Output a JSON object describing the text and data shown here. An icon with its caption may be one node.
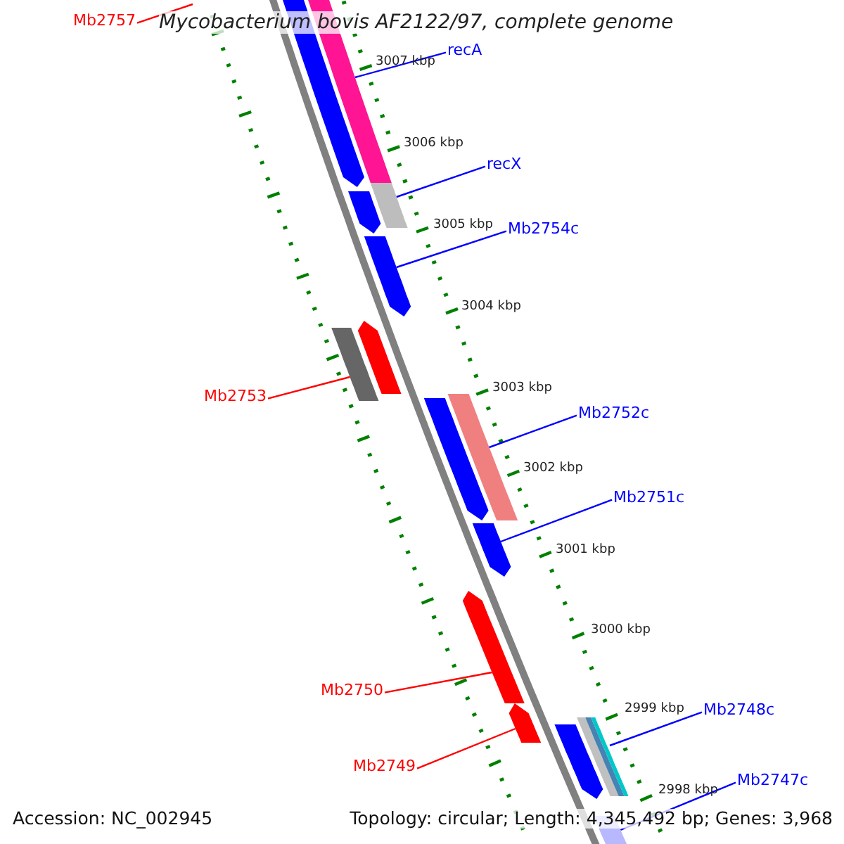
{
  "diagram": {
    "title": "Mycobacterium bovis AF2122/97, complete genome",
    "nodes": [
      {
        "text": [
          "Mb2757"
        ]
      },
      {
        "text": [
          "recA"
        ]
      },
      {
        "text": [
          "recX"
        ]
      },
      {
        "text": [
          "Mb2754c"
        ]
      },
      {
        "text": [
          "Mb2753"
        ]
      },
      {
        "text": [
          "Mb2752c"
        ]
      },
      {
        "text": [
          "Mb2751c"
        ]
      },
      {
        "text": [
          "Mb2750"
        ]
      },
      {
        "text": [
          "Mb2748c"
        ]
      },
      {
        "text": [
          "Mb2749"
        ]
      },
      {
        "text": [
          "Mb2747c"
        ]
      },
      {
        "text": [],
        "shape": "bar"
      },
      {
        "text": [],
        "shape": "bar"
      },
      {
        "text": [],
        "shape": "bar"
      },
      {
        "text": [],
        "shape": "bar"
      },
      {
        "text": [],
        "shape": "bar"
      },
      {
        "text": [],
        "shape": "bar"
      },
      {
        "text": [],
        "shape": "bar"
      },
      {
        "text": [],
        "shape": "bar"
      },
      {
        "text": [],
        "shape": "bar"
      },
      {
        "text": [],
        "shape": "bar"
      },
      {
        "text": [],
        "shape": "bar"
      },
      {
        "text": [],
        "shape": "bar"
      },
      {
        "text": [],
        "shape": "bar"
      },
      {
        "text": [],
        "shape": "bar"
      },
      {
        "text": [],
        "shape": "bar"
      }
    ],
    "edges": [
      {
        "from": 0,
        "to": null,
        "arrow": "none",
        "color": "#ff0000"
      },
      {
        "from": 1,
        "to": 11,
        "arrow": "none"
      },
      {
        "from": 2,
        "to": 12,
        "arrow": "none"
      },
      {
        "from": 3,
        "to": 13,
        "arrow": "none"
      },
      {
        "from": 4,
        "to": 14,
        "arrow": "none",
        "color": "#ff0000"
      },
      {
        "from": 5,
        "to": 15,
        "arrow": "none"
      },
      {
        "from": 6,
        "to": 16,
        "arrow": "none"
      },
      {
        "from": 7,
        "to": 17,
        "arrow": "none",
        "color": "#ff0000"
      },
      {
        "from": 8,
        "to": 18,
        "arrow": "none"
      },
      {
        "from": 9,
        "to": 19,
        "arrow": "none",
        "color": "#ff0000"
      },
      {
        "from": 10,
        "to": 20,
        "arrow": "none"
      }
    ],
    "labels": [
      "3007 kbp",
      "3006 kbp",
      "3005 kbp",
      "3004 kbp",
      "3003 kbp",
      "3002 kbp",
      "3001 kbp",
      "3000 kbp",
      "2999 kbp",
      "2998 kbp",
      "Accession: NC_002945",
      "Topology: circular; Length: 4,345,492 bp; Genes: 3,968"
    ]
  }
}
